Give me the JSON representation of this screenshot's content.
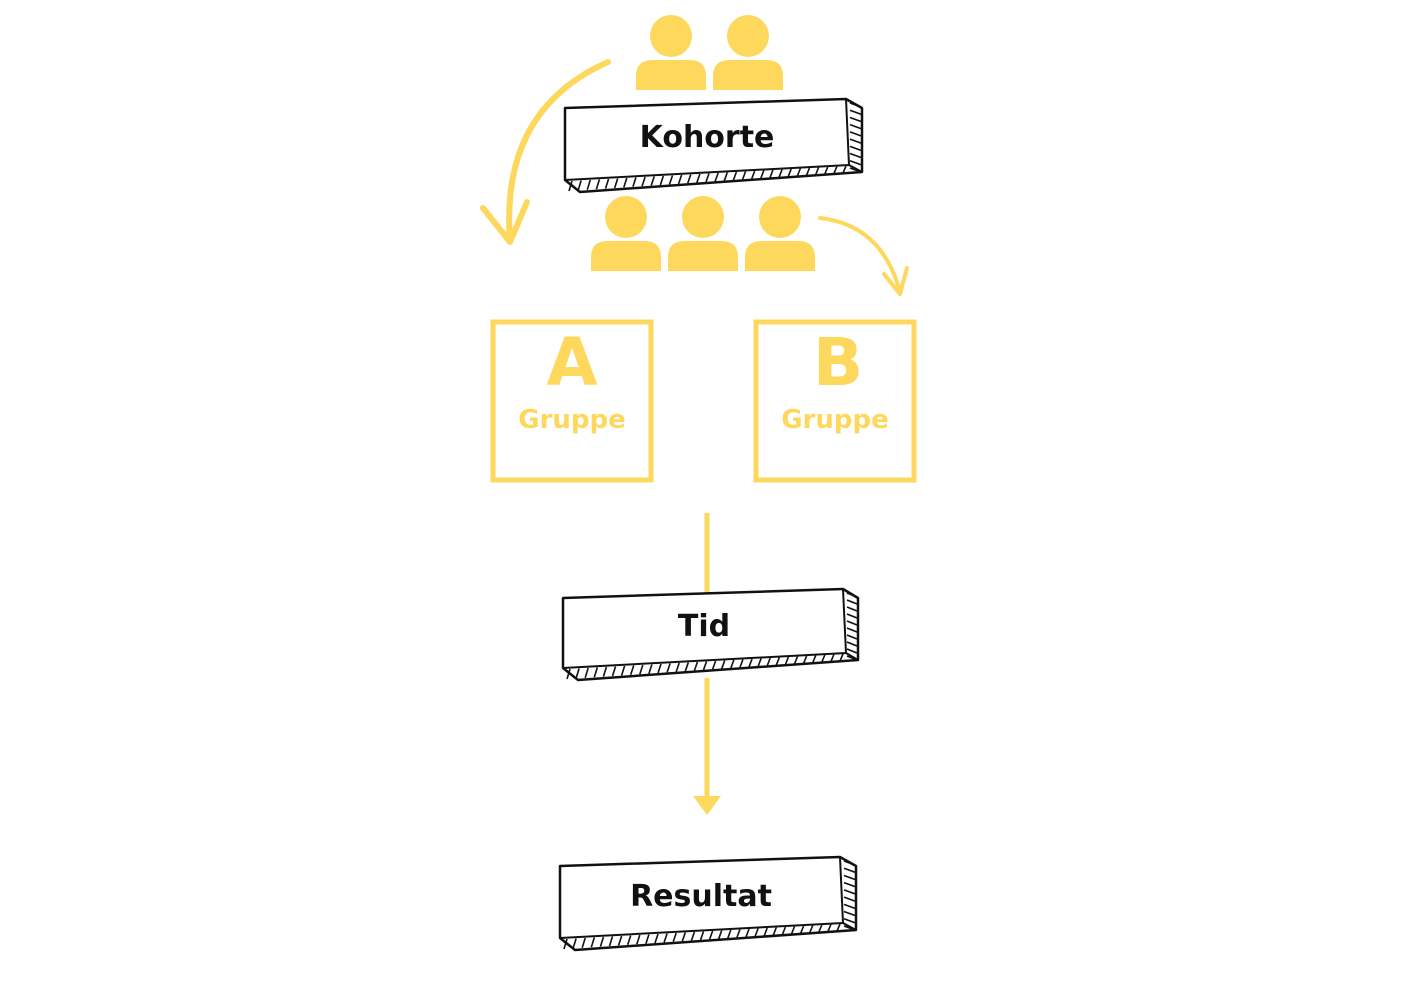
{
  "colors": {
    "accent": "#fdd85d",
    "ink": "#111111",
    "background": "#ffffff"
  },
  "planks": {
    "cohort": "Kohorte",
    "time": "Tid",
    "result": "Resultat"
  },
  "groups": {
    "a": {
      "letter": "A",
      "word": "Gruppe"
    },
    "b": {
      "letter": "B",
      "word": "Gruppe"
    }
  },
  "icons": {
    "person": "person-icon",
    "arrow": "curved-arrow-icon"
  }
}
